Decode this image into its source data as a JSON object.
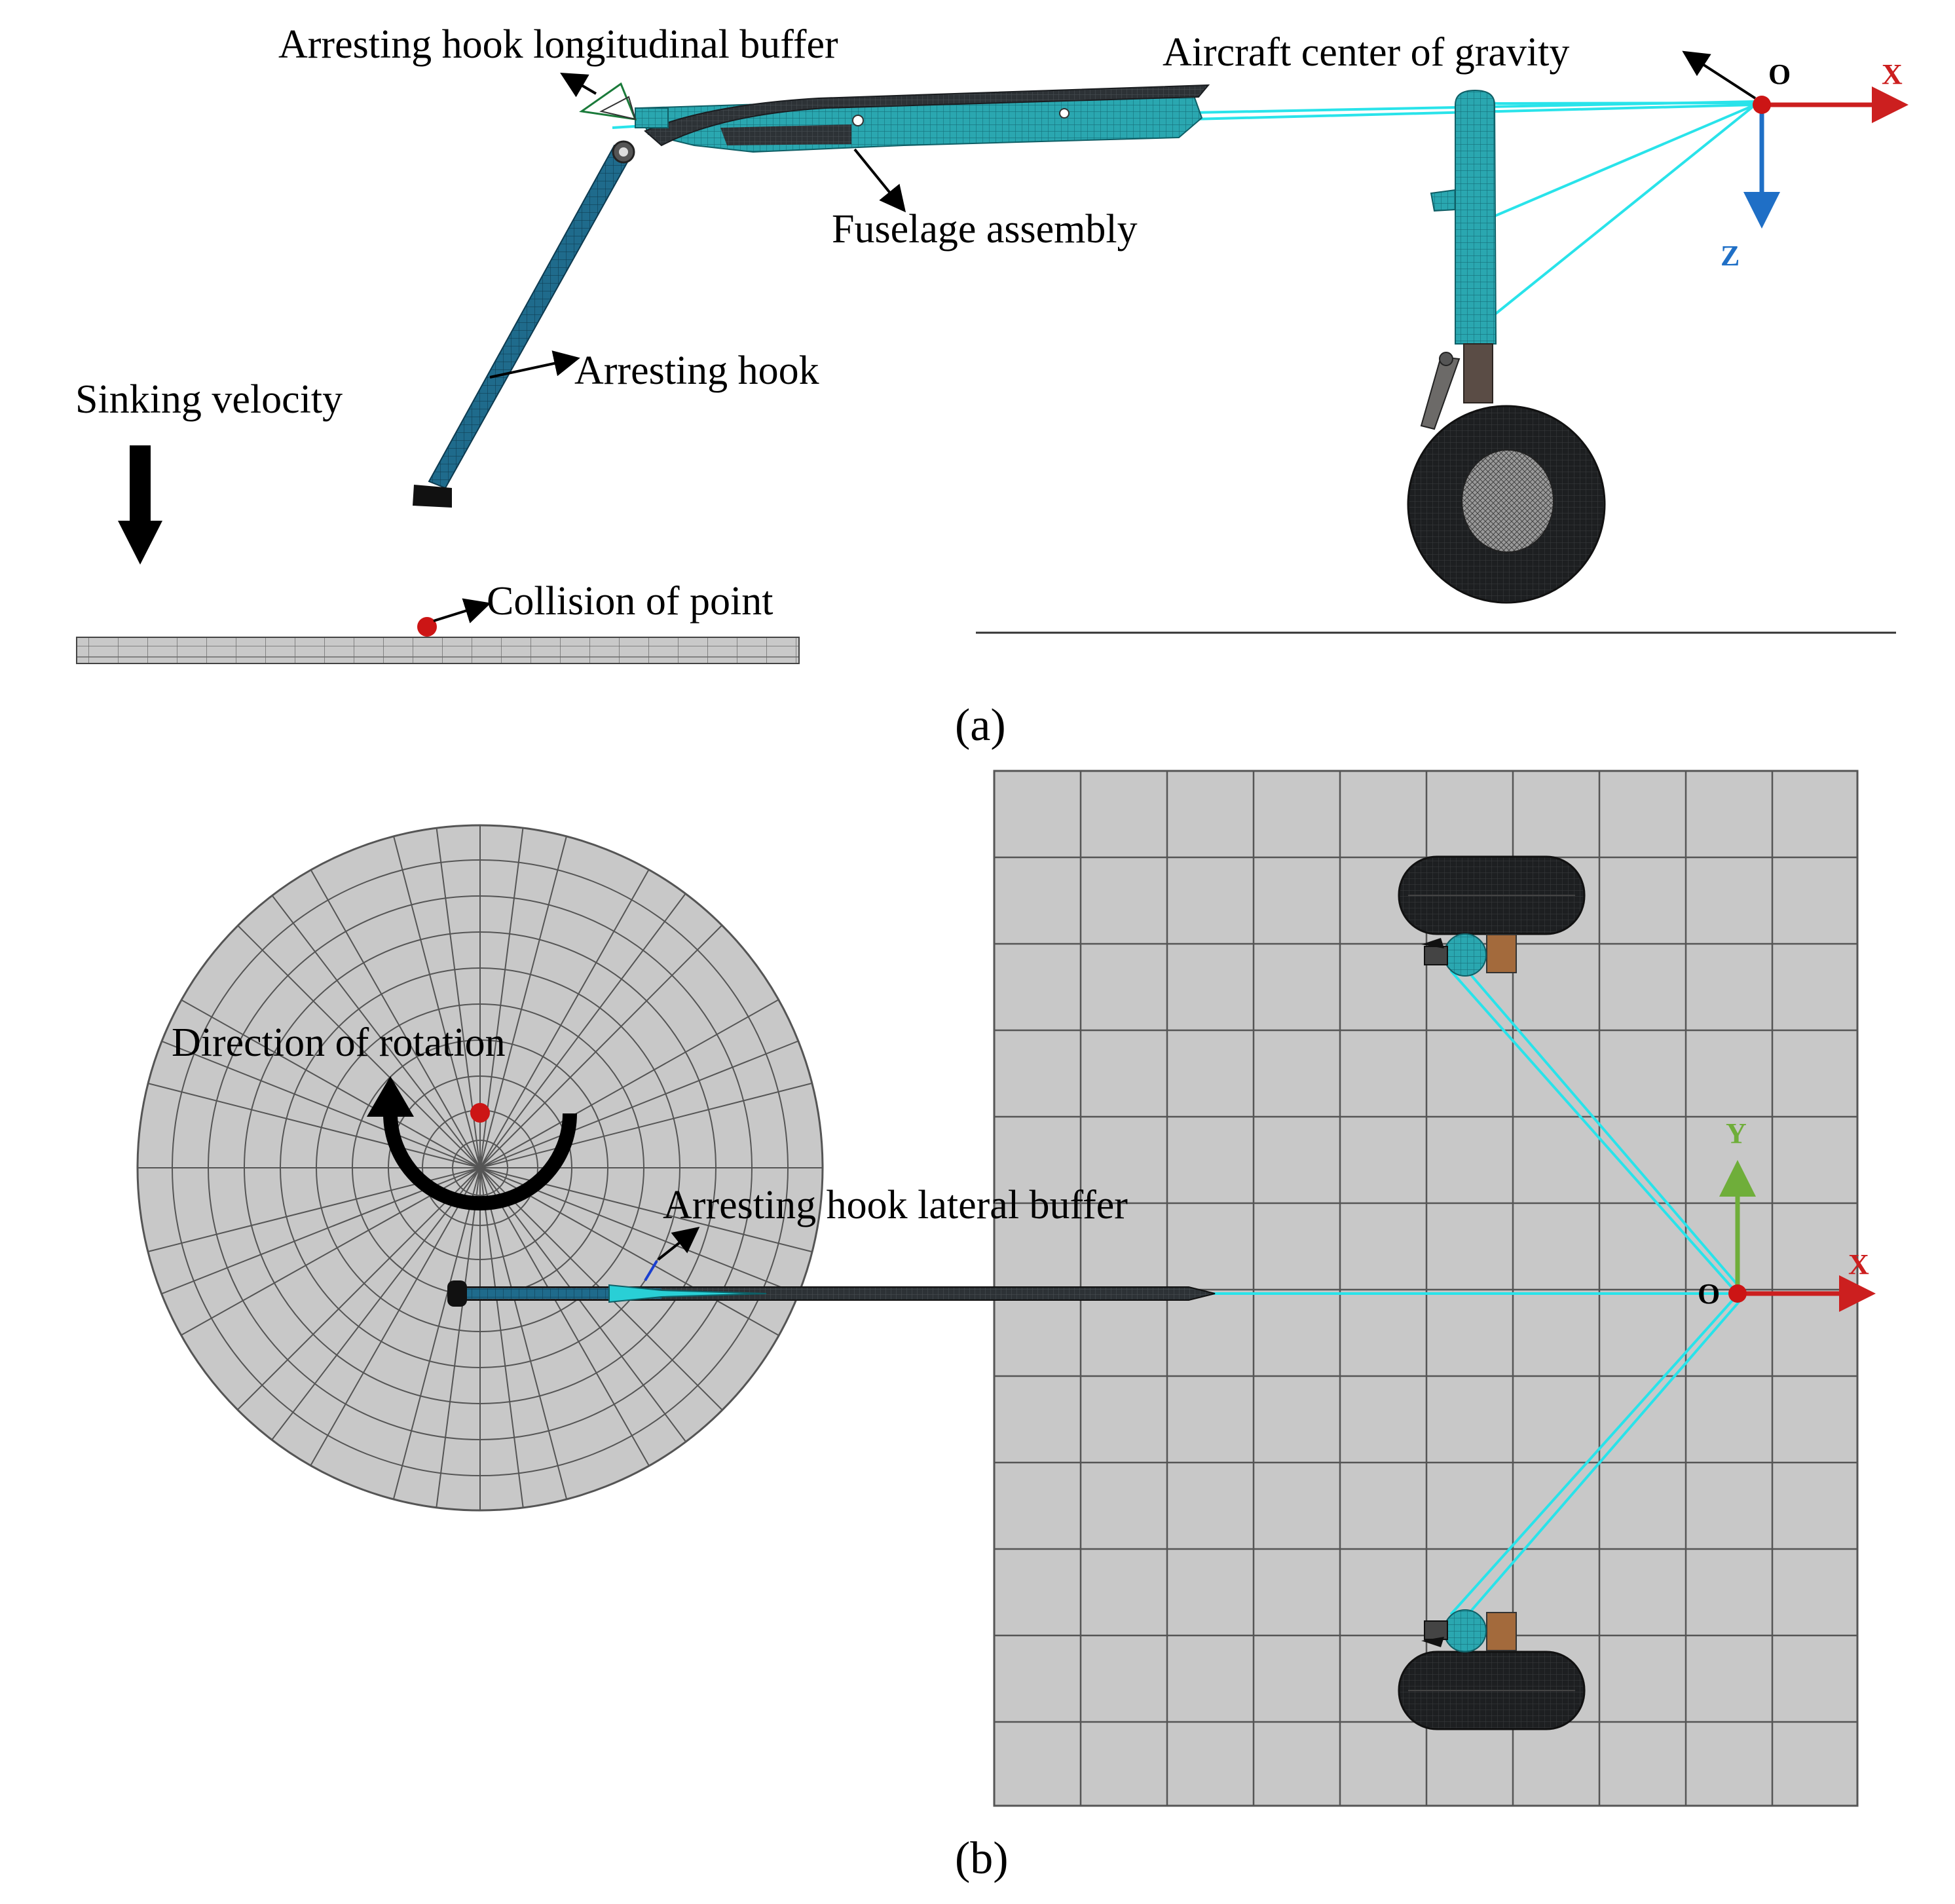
{
  "panel_a": {
    "caption": "(a)",
    "labels": {
      "longitudinal_buffer": "Arresting hook longitudinal buffer",
      "center_of_gravity": "Aircraft center of gravity",
      "fuselage": "Fuselage assembly",
      "hook": "Arresting hook",
      "sinking_velocity": "Sinking velocity",
      "collision_point": "Collision of point"
    },
    "axes": {
      "origin": "O",
      "x": "X",
      "z": "Z"
    }
  },
  "panel_b": {
    "caption": "(b)",
    "labels": {
      "rotation": "Direction of rotation",
      "lateral_buffer": "Arresting hook lateral buffer"
    },
    "axes": {
      "origin": "O",
      "x": "X",
      "y": "Y"
    }
  },
  "colors": {
    "cyan_link": "#29e3ea",
    "teal_mesh": "#2aa7b0",
    "hook_blue": "#1f6b8c",
    "dark_part": "#2d3236",
    "x_axis": "#cc1f1f",
    "z_axis": "#1f6fc6",
    "y_axis": "#6fae3a",
    "plate_gray": "#c8c8c8",
    "grid_line": "#555555",
    "origin_dot": "#cc1515"
  }
}
